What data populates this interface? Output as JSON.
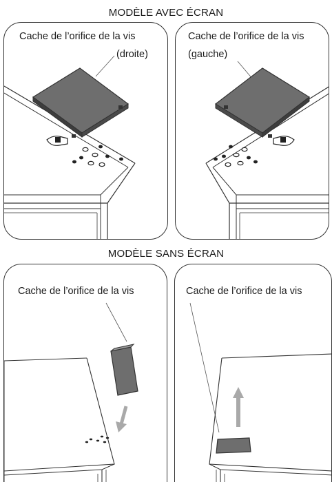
{
  "top_section": {
    "title": "MODÈLE AVEC ÉCRAN",
    "left_panel": {
      "label_line1": "Cache de l’orifice de la vis",
      "label_line2": "(droite)"
    },
    "right_panel": {
      "label_line1": "Cache de l’orifice de la vis",
      "label_line2": "(gauche)"
    }
  },
  "bottom_section": {
    "title": "MODÈLE SANS ÉCRAN",
    "left_panel": {
      "label": "Cache de l’orifice de la vis",
      "arrow_direction": "down"
    },
    "right_panel": {
      "label": "Cache de l’orifice de la vis",
      "arrow_direction": "up"
    }
  },
  "colors": {
    "outline": "#333333",
    "cover_fill": "#6e6e6e",
    "arrow": "#a9a9a9"
  }
}
